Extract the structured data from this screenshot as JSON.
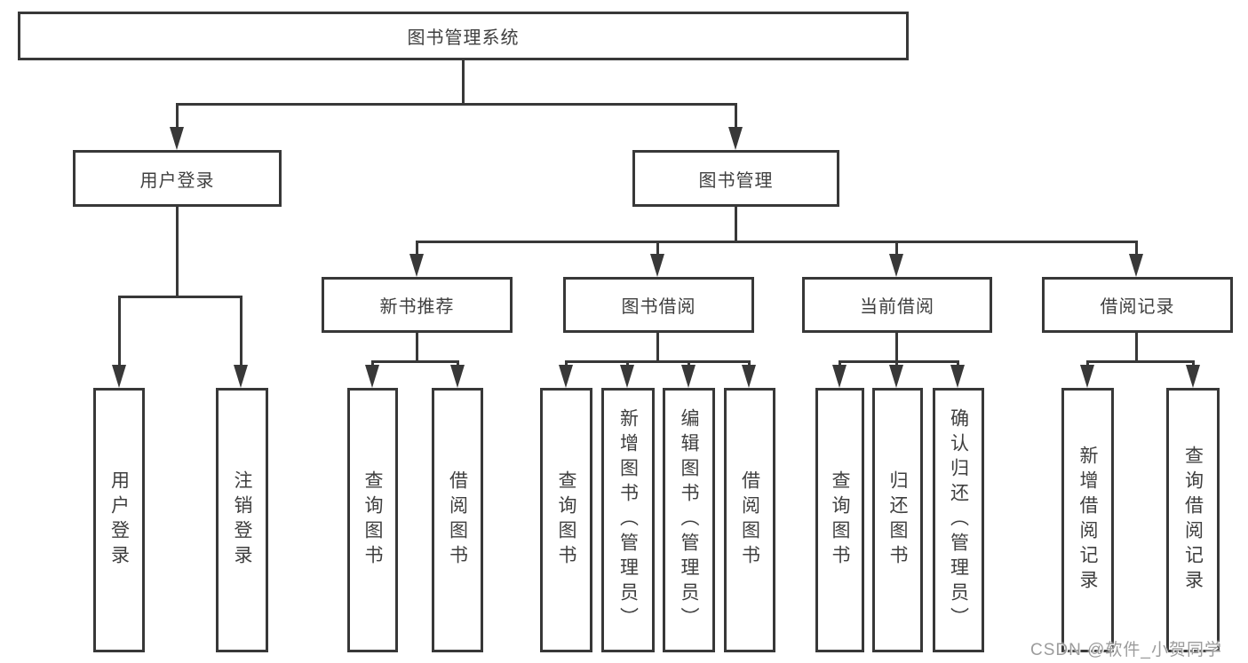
{
  "diagram": {
    "title": "图书管理系统",
    "branches": {
      "user_login": "用户登录",
      "book_mgmt": "图书管理"
    },
    "modules": {
      "new_book_rec": "新书推荐",
      "book_borrow": "图书借阅",
      "current_borrow": "当前借阅",
      "borrow_records": "借阅记录"
    },
    "leaves": {
      "user_login_login": "用户登录",
      "user_login_logout": "注销登录",
      "rec_query_books": "查询图书",
      "rec_borrow_books": "借阅图书",
      "bb_query_books": "查询图书",
      "bb_add_books": "新增图书（管理员）",
      "bb_edit_books": "编辑图书（管理员）",
      "bb_borrow_books": "借阅图书",
      "cb_query_books": "查询图书",
      "cb_return_books": "归还图书",
      "cb_confirm_return": "确认归还（管理员）",
      "br_add_record": "新增借阅记录",
      "br_query_record": "查询借阅记录"
    }
  },
  "watermark": "CSDN @软件_小贺同学",
  "colors": {
    "line": "#383838",
    "text": "#3f3f3f",
    "watermark": "#9c9c9c",
    "background": "#ffffff"
  }
}
